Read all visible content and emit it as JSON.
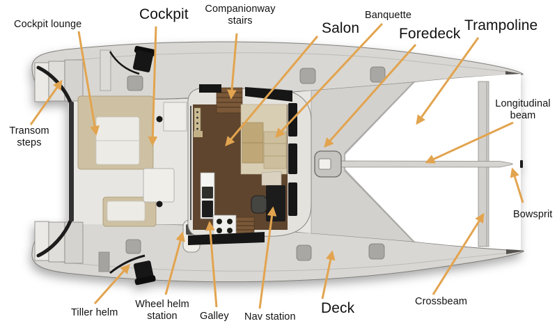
{
  "colors": {
    "arrow": "#E2A44F",
    "label_text": "#111111"
  },
  "labels": {
    "cockpit_lounge": {
      "text": "Cockpit lounge"
    },
    "cockpit": {
      "text": "Cockpit"
    },
    "companionway_stairs": {
      "text": "Companionway\nstairs"
    },
    "salon": {
      "text": "Salon"
    },
    "banquette": {
      "text": "Banquette"
    },
    "foredeck": {
      "text": "Foredeck"
    },
    "trampoline": {
      "text": "Trampoline"
    },
    "longitudinal_beam": {
      "text": "Longitudinal\nbeam"
    },
    "transom_steps": {
      "text": "Transom\nsteps"
    },
    "bowsprit": {
      "text": "Bowsprit"
    },
    "tiller_helm": {
      "text": "Tiller helm"
    },
    "wheel_helm_station": {
      "text": "Wheel helm\nstation"
    },
    "galley": {
      "text": "Galley"
    },
    "nav_station": {
      "text": "Nav station"
    },
    "deck": {
      "text": "Deck"
    },
    "crossbeam": {
      "text": "Crossbeam"
    }
  }
}
